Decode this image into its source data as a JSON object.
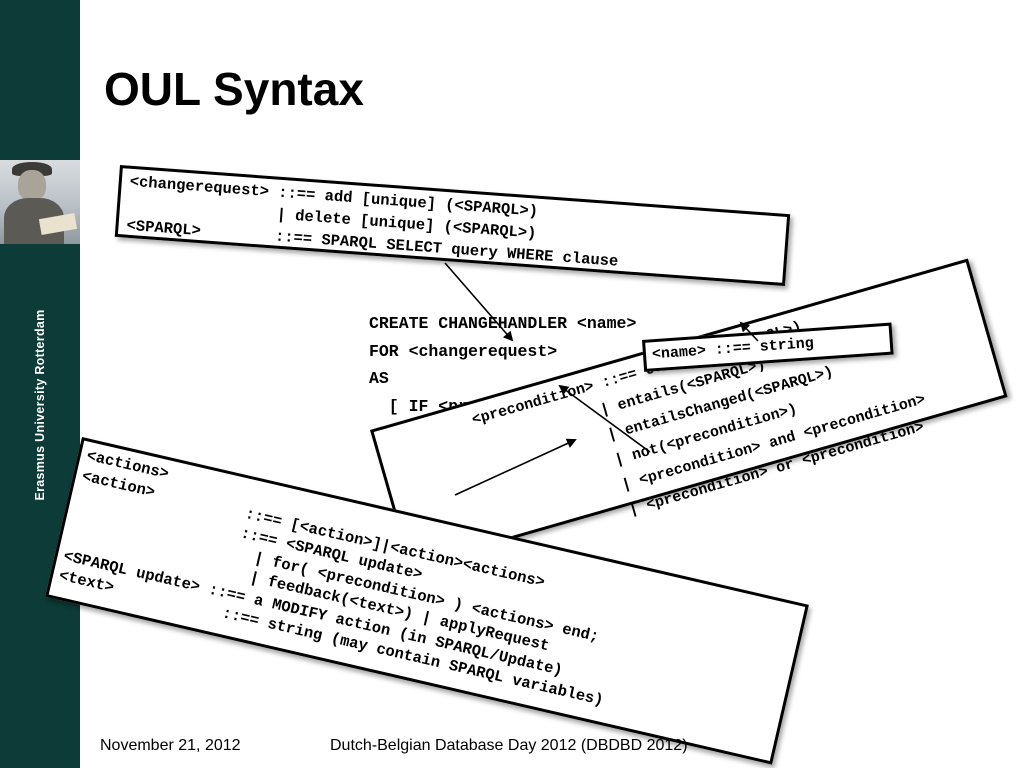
{
  "sidebar": {
    "university": "Erasmus University Rotterdam"
  },
  "slide": {
    "title": "OUL Syntax"
  },
  "boxes": {
    "changerequest": "<changerequest> ::== add [unique] (<SPARQL>)\n                | delete [unique] (<SPARQL>)\n<SPARQL>        ::== SPARQL SELECT query WHERE clause",
    "precondition": "<precondition> ::== contains(<SPARQL>)\n              | entails(<SPARQL>)\n              | entailsChanged(<SPARQL>)\n              | not(<precondition>)\n              | <precondition> and <precondition>\n              | <precondition> or <precondition>",
    "name": "<name> ::== string",
    "actions": "<actions>\n<action>          ::== [<action>]|<action><actions>\n                  ::== <SPARQL update>\n                    | for( <precondition> ) <actions> end;\n                    | feedback(<text>) | applyRequest\n<SPARQL update> ::== a MODIFY action (in SPARQL/Update)\n<text>            ::== string (may contain SPARQL variables)"
  },
  "handler": {
    "code": "CREATE CHANGEHANDLER <name>\nFOR <changerequest>\nAS\n  [ IF <precondition>\n    THEN ] <actions>"
  },
  "footer": {
    "date": "November 21, 2012",
    "event": "Dutch-Belgian Database Day 2012 (DBDBD 2012)"
  }
}
